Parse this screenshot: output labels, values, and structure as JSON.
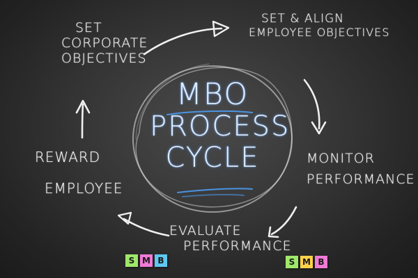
{
  "diagram": {
    "center": {
      "lines": [
        "MBO",
        "PROCESS",
        "CYCLE"
      ]
    },
    "steps": [
      {
        "lines": [
          "SET",
          "CORPORATE",
          "OBJECTIVES"
        ]
      },
      {
        "lines": [
          "SET & ALIGN",
          "EMPLOYEE OBJECTIVES"
        ]
      },
      {
        "lines": [
          "MONITOR",
          "PERFORMANCE"
        ]
      },
      {
        "lines": [
          "EVALUATE",
          "PERFORMANCE"
        ]
      },
      {
        "lines": [
          "REWARD",
          "EMPLOYEE"
        ]
      }
    ],
    "accent_color": "#4da3ff",
    "chalk_color": "#f2f2f2"
  },
  "logos": [
    {
      "letters": [
        "S",
        "M",
        "B"
      ],
      "colors": [
        "#9ee86a",
        "#f07ad6",
        "#5ec8f2"
      ]
    },
    {
      "letters": [
        "S",
        "M",
        "B"
      ],
      "colors": [
        "#9ee86a",
        "#ffd24a",
        "#f07ad6"
      ]
    }
  ]
}
